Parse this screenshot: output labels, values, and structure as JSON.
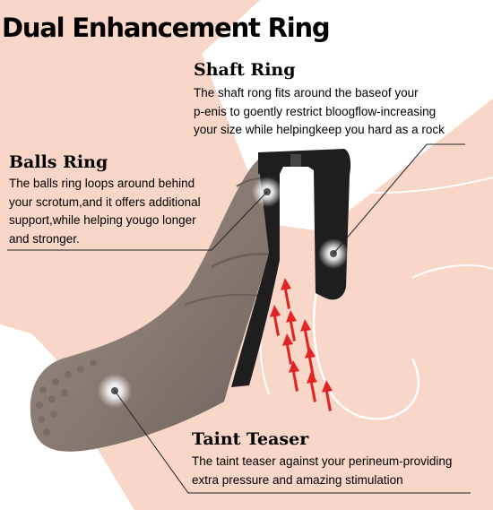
{
  "title": "Dual Enhancement Ring",
  "callouts": {
    "shaft_ring": {
      "heading": "Shaft Ring",
      "lines": [
        "The shaft rong fits around the baseof your",
        "p-enis to goently restrict bloogflow-increasing",
        "your size while helpingkeep you hard as a rock"
      ]
    },
    "balls_ring": {
      "heading": "Balls Ring",
      "lines": [
        "The balls ring loops around behind",
        "your scrotum,and it offers additional",
        "support,while helping yougo longer",
        "and stronger."
      ]
    },
    "taint_teaser": {
      "heading": "Taint Teaser",
      "lines": [
        "The taint teaser against your perineum-providing",
        "extra pressure and amazing stimulation"
      ]
    }
  },
  "colors": {
    "skin": "#f8d6c8",
    "product": "#8d7f76",
    "ring": "#1e1e1e",
    "arrows": "#e02424"
  },
  "icons": [
    "hotspot-marker",
    "up-arrow"
  ]
}
